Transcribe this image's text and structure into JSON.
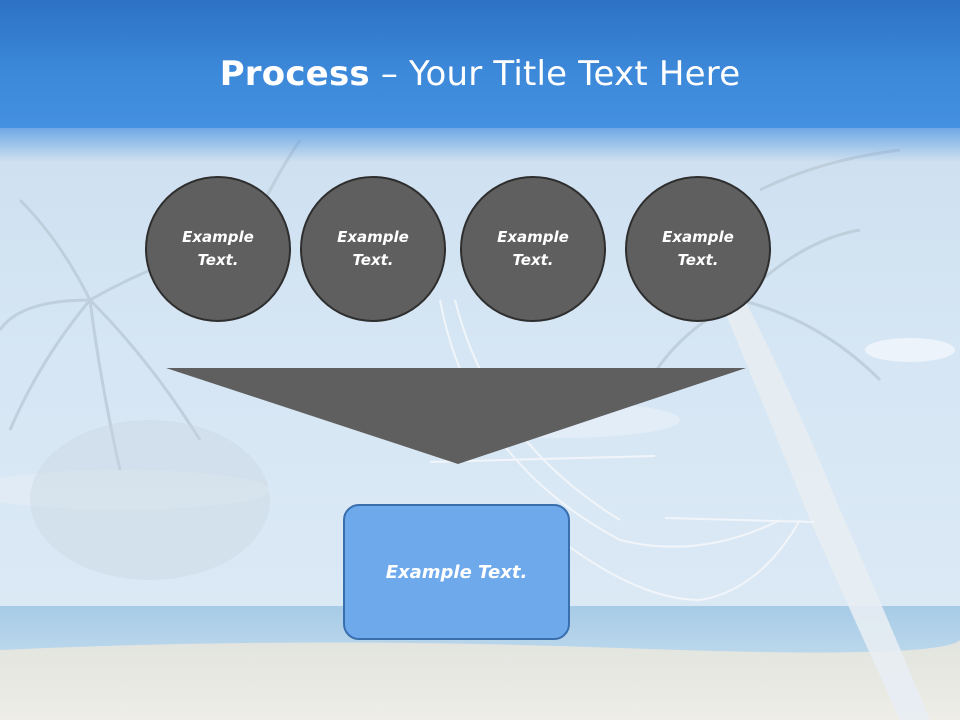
{
  "slide": {
    "title_bold": "Process",
    "title_rest": " – Your Title Text Here",
    "circles": [
      {
        "label": "Example Text."
      },
      {
        "label": "Example Text."
      },
      {
        "label": "Example Text."
      },
      {
        "label": "Example Text."
      }
    ],
    "result_box": {
      "label": "Example Text."
    }
  },
  "colors": {
    "header": "#3c88d9",
    "circle_fill": "#5f5f5f",
    "funnel_fill": "#5f5f5f",
    "box_fill": "#6ea9ec"
  }
}
